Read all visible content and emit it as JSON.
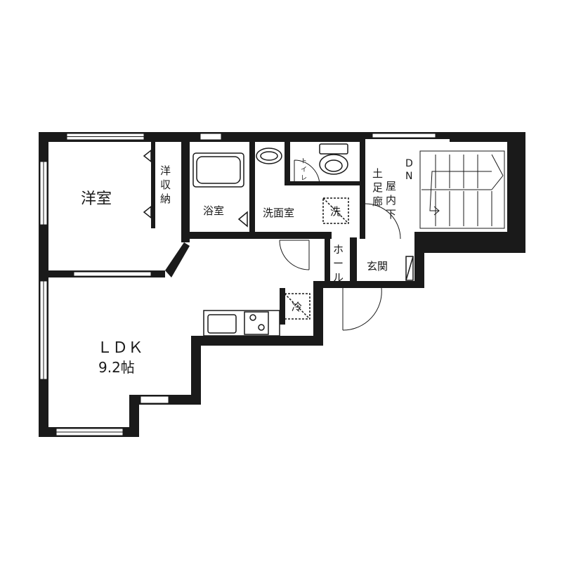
{
  "rooms": {
    "western_room": "洋室",
    "closet": [
      "洋",
      "収",
      "納"
    ],
    "bathroom": "浴室",
    "washroom": "洗面室",
    "washer": "洗",
    "toilet": [
      "ト",
      "イ",
      "レ"
    ],
    "dn": [
      "D",
      "N"
    ],
    "indoor_corridor_col1": [
      "土",
      "足",
      "廊"
    ],
    "indoor_corridor_col2": [
      "屋",
      "内",
      "下"
    ],
    "hall": [
      "ホ",
      "ー",
      "ル"
    ],
    "entrance": "玄関",
    "fridge": "冷",
    "ldk": "ＬＤＫ",
    "ldk_size": "9.2帖"
  }
}
